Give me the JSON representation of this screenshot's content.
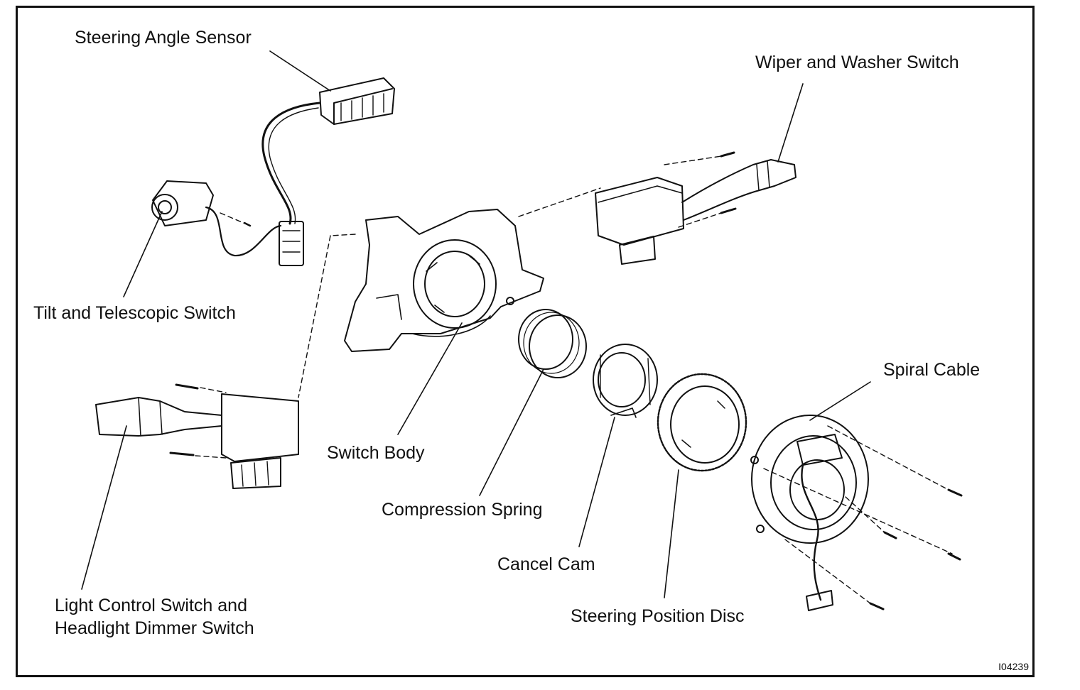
{
  "diagram": {
    "labels": {
      "steering_angle_sensor": "Steering Angle Sensor",
      "wiper_washer_switch": "Wiper and Washer Switch",
      "tilt_telescopic_switch": "Tilt and Telescopic Switch",
      "spiral_cable": "Spiral Cable",
      "switch_body": "Switch Body",
      "compression_spring": "Compression Spring",
      "cancel_cam": "Cancel Cam",
      "steering_position_disc": "Steering Position Disc",
      "light_control_line1": "Light Control Switch and",
      "light_control_line2": "Headlight Dimmer Switch"
    },
    "figure_id": "I04239",
    "colors": {
      "ink": "#111111",
      "paper": "#ffffff"
    }
  }
}
